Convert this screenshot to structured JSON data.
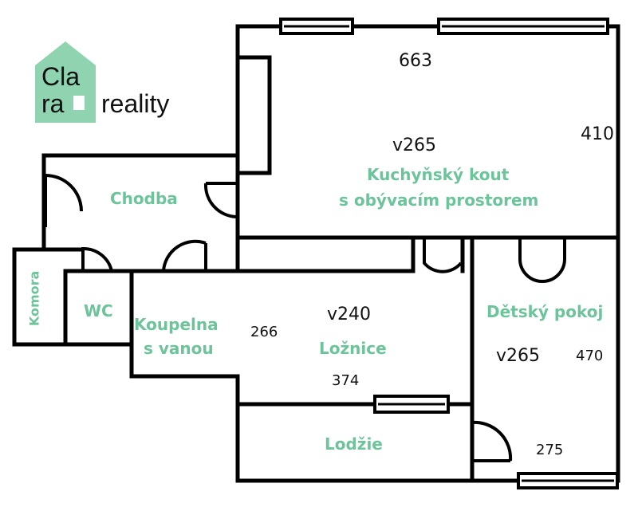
{
  "logo": {
    "line1": "Cla",
    "line2": "ra",
    "word": "reality",
    "color": "#8fd3b0"
  },
  "rooms": {
    "kitchen_line1": "Kuchyňský kout",
    "kitchen_line2": "s obývacím prostorem",
    "chodba": "Chodba",
    "komora": "Komora",
    "wc": "WC",
    "koupelna_line1": "Koupelna",
    "koupelna_line2": "s vanou",
    "loznice": "Ložnice",
    "detsky": "Dětský pokoj",
    "lodzie": "Lodžie",
    "label_color": "#6cc49a"
  },
  "dimensions": {
    "kitchen_width": "663",
    "kitchen_height": "v265",
    "kitchen_depth": "410",
    "loznice_height": "v240",
    "loznice_side": "266",
    "loznice_width": "374",
    "detsky_height": "v265",
    "detsky_depth": "470",
    "detsky_width": "275"
  }
}
